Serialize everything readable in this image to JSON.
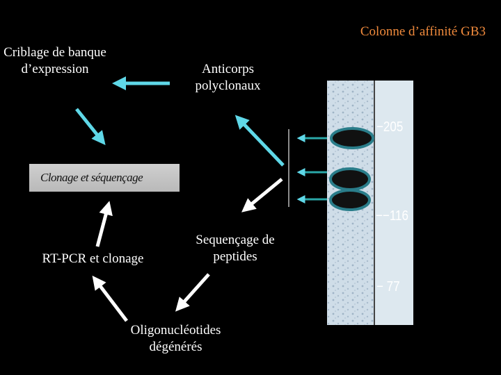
{
  "title": "Colonne d’affinité GB3",
  "nodes": {
    "criblage": "Criblage de banque d’expression",
    "anticorps": "Anticorps polyclonaux",
    "clonage": "Clonage et séquençage",
    "rtpcr": "RT-PCR et clonage",
    "sequencage": "Sequençage de peptides",
    "oligo": "Oligonucléotides dégénérés"
  },
  "gel": {
    "markers": [
      "205",
      "116",
      "77"
    ],
    "marker_prefixes": [
      "−",
      "−−",
      "−"
    ]
  },
  "colors": {
    "title": "#f08a3c",
    "arrow_cyan": "#5fd8e8",
    "arrow_white": "#ffffff",
    "background": "#000000"
  }
}
